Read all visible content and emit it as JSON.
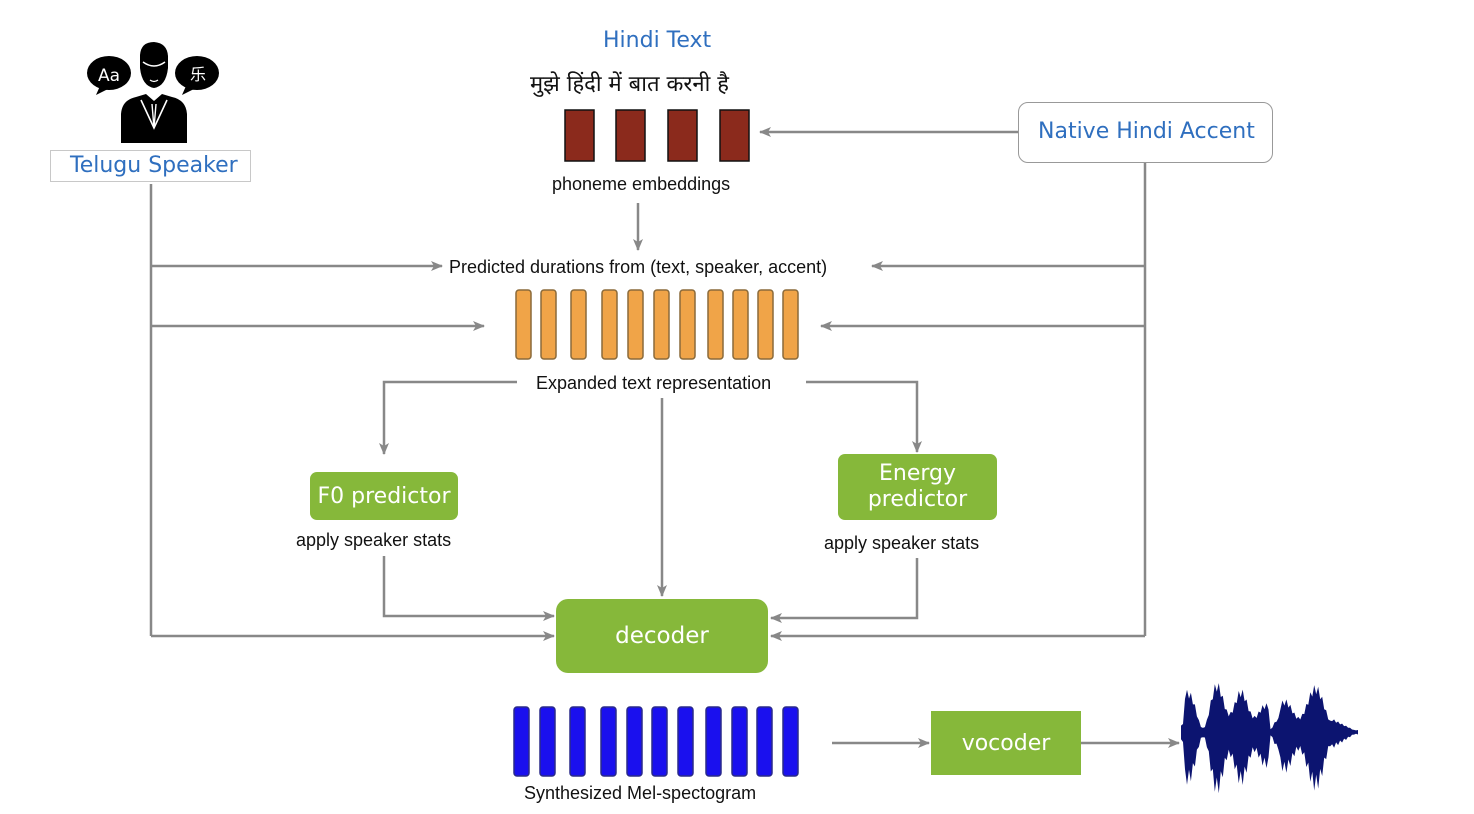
{
  "speaker": {
    "label": "Telugu Speaker",
    "icon": "multilingual-speaker-icon",
    "bubble_left": "Aa",
    "bubble_right": "乐"
  },
  "text_input": {
    "title": "Hindi Text",
    "hindi_sentence": "मुझे हिंदी में बात करनी है",
    "embeddings_label": "phoneme embeddings",
    "embedding_count": 4
  },
  "accent": {
    "label": "Native Hindi Accent"
  },
  "durations": {
    "label": "Predicted durations from (text, speaker, accent)"
  },
  "expanded": {
    "label": "Expanded text representation",
    "bar_count": 11
  },
  "f0": {
    "label": "F0 predictor",
    "note": "apply speaker stats"
  },
  "energy": {
    "label_line1": "Energy",
    "label_line2": "predictor",
    "note": "apply speaker stats"
  },
  "decoder": {
    "label": "decoder"
  },
  "mel": {
    "label": "Synthesized Mel-spectogram",
    "bar_count": 11
  },
  "vocoder": {
    "label": "vocoder"
  },
  "output": {
    "icon": "audio-waveform-icon"
  },
  "colors": {
    "phoneme": "#8b2a1c",
    "expanded": "#f0a448",
    "mel": "#1a10ee",
    "green": "#86b83a",
    "arrow": "#888888",
    "title_blue": "#2f6fbf",
    "wave": "#0c1470"
  }
}
